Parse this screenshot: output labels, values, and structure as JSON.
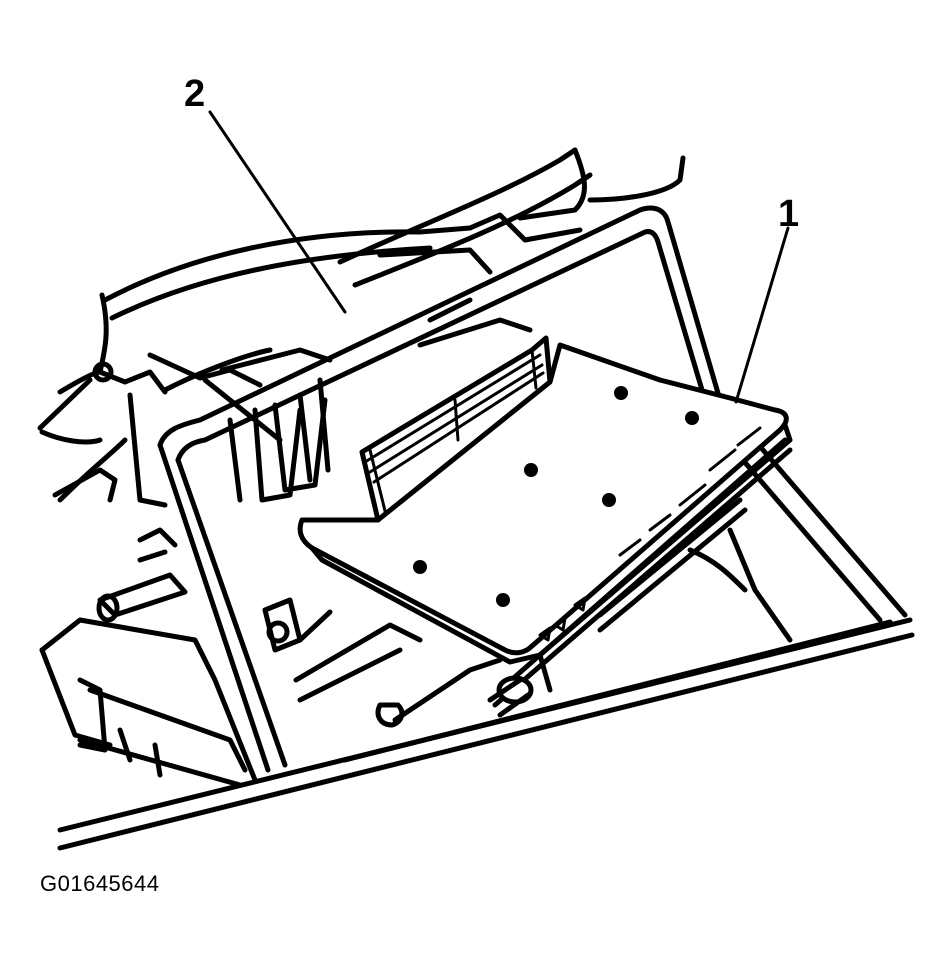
{
  "callouts": [
    {
      "id": "2",
      "label": "2"
    },
    {
      "id": "1",
      "label": "1"
    }
  ],
  "figure_id": "G01645644",
  "colors": {
    "ink": "#000000",
    "paper": "#ffffff"
  }
}
